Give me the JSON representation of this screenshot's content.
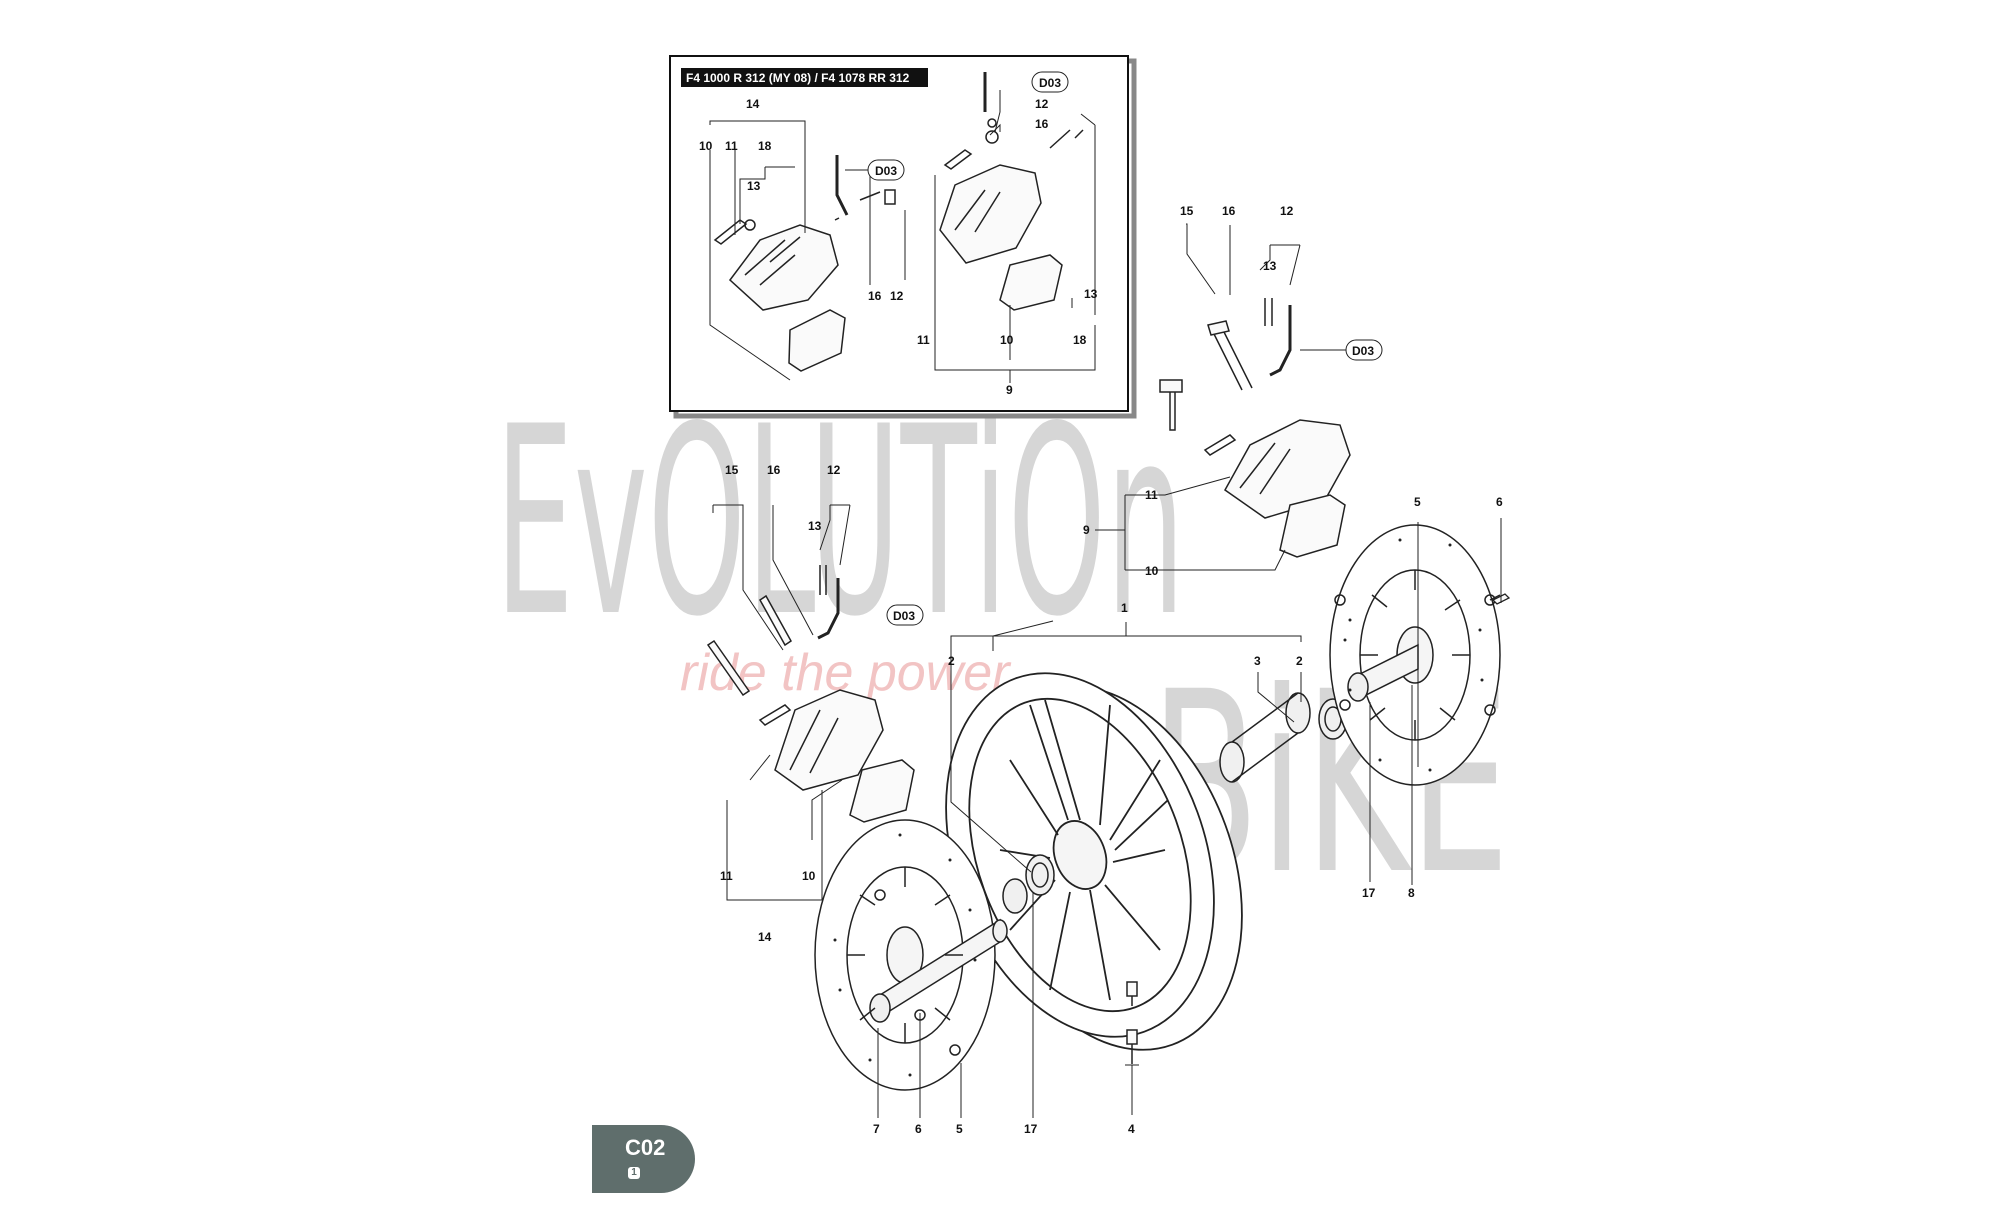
{
  "inset": {
    "model_label": "F4 1000 R 312 (MY 08) / F4 1078 RR 312",
    "callouts": {
      "c14": "14",
      "c10": "10",
      "c11": "11",
      "c18": "18",
      "c13a": "13",
      "c16": "16",
      "c12": "12",
      "cD03a": "D03",
      "c12b": "12",
      "c16b": "16",
      "cD03b": "D03",
      "c13b": "13",
      "c18b": "18",
      "c11b": "11",
      "c10b": "10",
      "c9": "9"
    }
  },
  "right_caliper": {
    "callouts": {
      "c15": "15",
      "c16": "16",
      "c12": "12",
      "c13": "13",
      "cD03": "D03",
      "c11": "11",
      "c9": "9",
      "c10": "10"
    }
  },
  "left_caliper": {
    "callouts": {
      "c15": "15",
      "c16": "16",
      "c12": "12",
      "c13": "13",
      "cD03": "D03",
      "c11": "11",
      "c10": "10",
      "c14": "14"
    }
  },
  "wheel": {
    "callouts": {
      "c1": "1",
      "c2a": "2",
      "c3": "3",
      "c2b": "2",
      "c5r": "5",
      "c6r": "6",
      "c17r": "17",
      "c8": "8",
      "c7": "7",
      "c6l": "6",
      "c5l": "5",
      "c17l": "17",
      "c4": "4"
    }
  },
  "watermark": {
    "main": "EvOLUTiOn",
    "second": "BiKE",
    "tagline": "ride the power"
  },
  "badge": {
    "code": "C02",
    "sub": "1"
  }
}
